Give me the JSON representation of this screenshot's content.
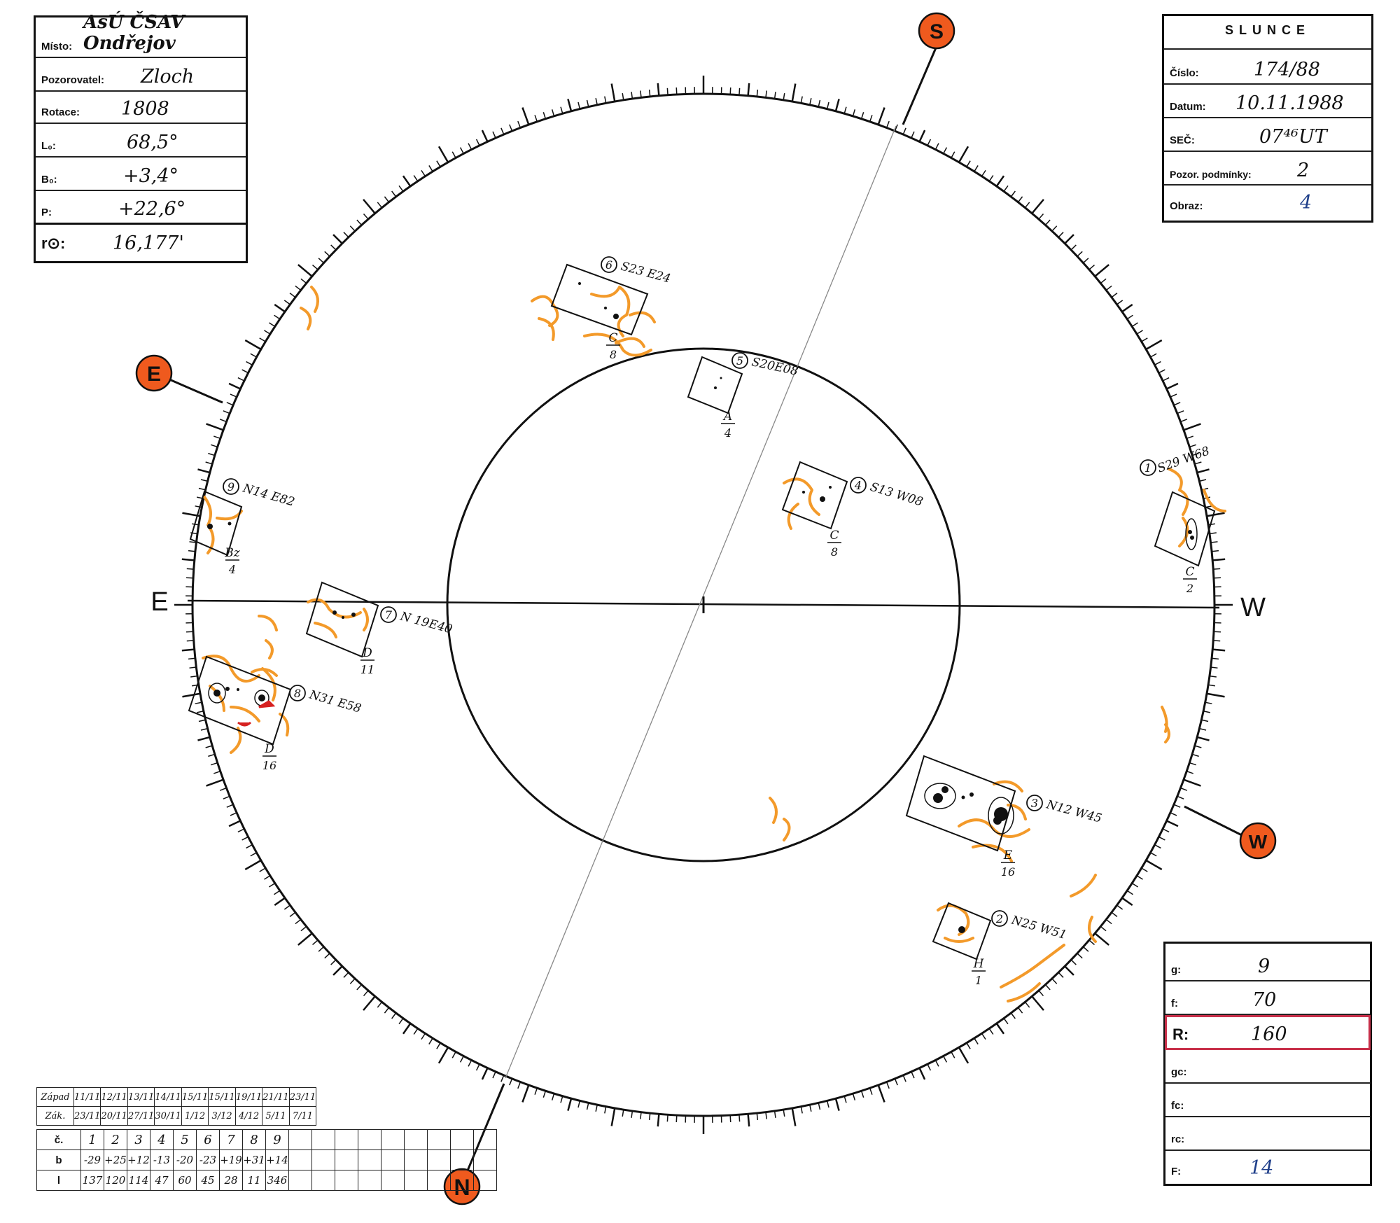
{
  "observation_sheet": {
    "title": "SLUNCE",
    "fields": [
      {
        "label": "Číslo:",
        "value": "174/88"
      },
      {
        "label": "Datum:",
        "value": "10.11.1988"
      },
      {
        "label": "SEČ:",
        "value": "07⁴⁶UT"
      },
      {
        "label": "Pozor. podmínky:",
        "value": "2"
      },
      {
        "label": "Obraz:",
        "value": "4"
      }
    ]
  },
  "location_sheet": {
    "fields": [
      {
        "label": "Místo:",
        "value": "AsÚ ČSAV Ondřejov"
      },
      {
        "label": "Pozorovatel:",
        "value": "Zloch"
      },
      {
        "label": "Rotace:",
        "value": "1808"
      },
      {
        "label": "L₀:",
        "value": "68,5°"
      },
      {
        "label": "B₀:",
        "value": "+3,4°"
      },
      {
        "label": "P:",
        "value": "+22,6°"
      },
      {
        "label": "r⊙:",
        "value": "16,177'"
      }
    ]
  },
  "directions": {
    "north": "N",
    "south": "S",
    "east": "E",
    "west": "W",
    "axis_east": "E",
    "axis_west": "W"
  },
  "groups": [
    {
      "num": "1",
      "pos": "S29 W68",
      "cls": "C",
      "spots": "2"
    },
    {
      "num": "2",
      "pos": "N25 W51",
      "cls": "H",
      "spots": "1"
    },
    {
      "num": "3",
      "pos": "N12 W45",
      "cls": "E",
      "spots": "16"
    },
    {
      "num": "4",
      "pos": "S13 W08",
      "cls": "C",
      "spots": "8"
    },
    {
      "num": "5",
      "pos": "S20E08",
      "cls": "A",
      "spots": "4"
    },
    {
      "num": "6",
      "pos": "S23 E24",
      "cls": "C",
      "spots": "8"
    },
    {
      "num": "7",
      "pos": "N 19E40",
      "cls": "D",
      "spots": "11"
    },
    {
      "num": "8",
      "pos": "N31 E58",
      "cls": "D",
      "spots": "16"
    },
    {
      "num": "9",
      "pos": "N14 E82",
      "cls": "Bz",
      "spots": "4"
    }
  ],
  "index_sheet": {
    "fields": [
      {
        "label": "g:",
        "value": "9"
      },
      {
        "label": "f:",
        "value": "70"
      },
      {
        "label": "R:",
        "value": "160"
      },
      {
        "label": "gc:",
        "value": ""
      },
      {
        "label": "fc:",
        "value": ""
      },
      {
        "label": "rc:",
        "value": ""
      },
      {
        "label": "F:",
        "value": "14"
      }
    ],
    "highlight_color": "#c8304a"
  },
  "lower_table": {
    "row_labels": [
      "Západ",
      "Zák.",
      "č.",
      "b",
      "l"
    ],
    "zapad": [
      "11/11",
      "12/11",
      "13/11",
      "14/11",
      "15/11",
      "15/11",
      "19/11",
      "21/11",
      "23/11"
    ],
    "zak": [
      "23/11",
      "20/11",
      "27/11",
      "30/11",
      "1/12",
      "3/12",
      "4/12",
      "5/11",
      "7/11"
    ],
    "cislo": [
      "1",
      "2",
      "3",
      "4",
      "5",
      "6",
      "7",
      "8",
      "9"
    ],
    "b": [
      "-29",
      "+25",
      "+12",
      "-13",
      "-20",
      "-23",
      "+19",
      "+31",
      "+14"
    ],
    "l": [
      "137",
      "120",
      "114",
      "47",
      "60",
      "45",
      "28",
      "11",
      "346"
    ]
  },
  "colors": {
    "facula": "#f39a2a",
    "marker_fill": "#ef5a1e",
    "ink": "#111111"
  }
}
